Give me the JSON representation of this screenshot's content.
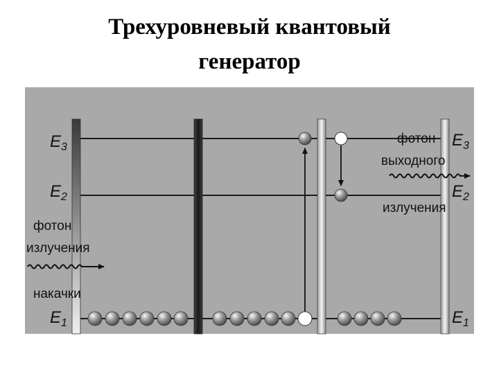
{
  "title": {
    "line1": "Трехуровневый квантовый",
    "line2": "генератор"
  },
  "levels": {
    "e3": {
      "letter": "E",
      "index": "3"
    },
    "e2": {
      "letter": "E",
      "index": "2"
    },
    "e1": {
      "letter": "E",
      "index": "1"
    }
  },
  "labels": {
    "pump_line1": "фотон",
    "pump_line2": "излучения",
    "pump_line3": "накачки",
    "output_line1": "фотон",
    "output_line2": "выходного",
    "output_line3": "излучения"
  },
  "colors": {
    "background": "#a8a8a8",
    "level_line": "#1a1a1a",
    "atom": "#8a8a8a"
  }
}
